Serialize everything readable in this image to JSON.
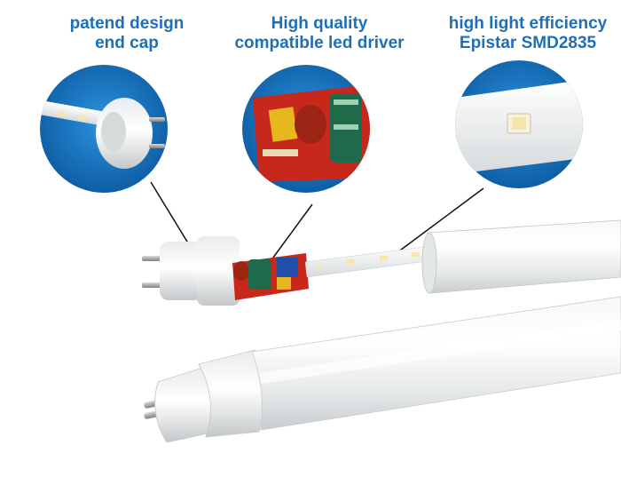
{
  "captions": {
    "end_cap": {
      "line1": "patend design",
      "line2": "end cap"
    },
    "driver": {
      "line1": "High quality",
      "line2": "compatible led driver"
    },
    "efficiency": {
      "line1": "high light efficiency",
      "line2": "Epistar SMD2835"
    }
  },
  "colors": {
    "caption_blue": "#1f6fb8",
    "circle_blue": "#1677c4",
    "tube_white": "#eef0f0",
    "pcb_red": "#c8281c",
    "pin_silver": "#a9acae"
  },
  "icons": {
    "end_cap_closeup": "end-cap-photo",
    "driver_closeup": "driver-board-photo",
    "led_closeup": "smd-led-photo"
  }
}
